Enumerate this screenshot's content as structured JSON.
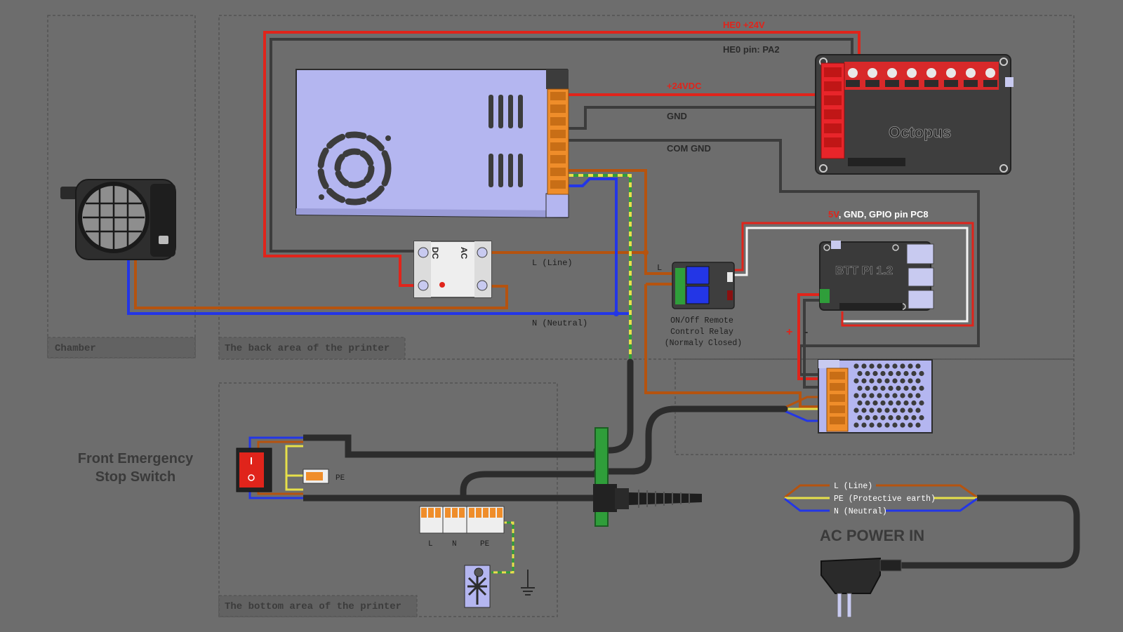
{
  "zones": {
    "chamber": "Chamber",
    "back_area": "The back area of the printer",
    "bottom_area": "The bottom area of the printer"
  },
  "labels": {
    "he0_24v": "HE0 +24V",
    "he0_pin": "HE0 pin: PA2",
    "plus24vdc": "+24VDC",
    "gnd": "GND",
    "com_gnd": "COM GND",
    "pi_signals_5v": "5V",
    "pi_signals_rest": ", GND, GPIO pin PC8",
    "ssr_dc": "DC",
    "ssr_ac": "AC",
    "line": "L (Line)",
    "neutral": "N (Neutral)",
    "relay_l": "L",
    "relay_caption": [
      "ON/Off Remote",
      "Control Relay",
      "(Normaly Closed)"
    ],
    "octopus": "Octopus",
    "btt_pi": "BTT PI 1.2",
    "plus": "+",
    "minus": "-",
    "estop_line1": "Front Emergency",
    "estop_line2": "Stop Switch",
    "pe": "PE",
    "terminal_l": "L",
    "terminal_n": "N",
    "terminal_pe": "PE",
    "ac_line": "L (Line)",
    "ac_pe": "PE (Protective earth)",
    "ac_neutral": "N (Neutral)",
    "ac_power_in": "AC POWER IN"
  },
  "colors": {
    "background": "#6d6d6d",
    "wire_24v": "#e0241b",
    "wire_gnd": "#3c3c3c",
    "wire_line": "#b5530f",
    "wire_neutral": "#2336e6",
    "wire_pe_a": "#e6e04a",
    "wire_pe_b": "#2f9e3a",
    "wire_signal": "#ffffff",
    "psu_body": "#b4b6f0",
    "terminal": "#ef8d2a",
    "title_text": "#3a3a3a",
    "red_label": "#e0241b"
  }
}
